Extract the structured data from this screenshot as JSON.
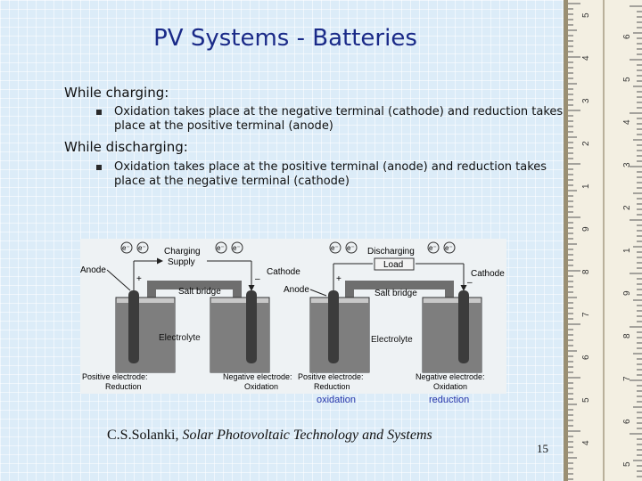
{
  "slide": {
    "title": "PV Systems - Batteries",
    "charging_heading": "While charging:",
    "charging_text": "Oxidation takes place at the negative terminal (cathode) and reduction takes place at the positive terminal (anode)",
    "discharging_heading": "While discharging:",
    "discharging_text": "Oxidation takes place at the positive terminal (anode) and reduction takes place at the negative terminal (cathode)",
    "credit_author": "C.S.Solanki, ",
    "credit_book": "Solar Photovoltaic Technology and Systems",
    "page_number": "15"
  },
  "figure": {
    "electron": "e⁻",
    "left": {
      "supply_line1": "Charging",
      "supply_line2": "Supply",
      "anode": "Anode",
      "cathode": "Cathode",
      "salt_bridge": "Salt bridge",
      "electrolyte": "Electrolyte",
      "pos_line1": "Positive electrode:",
      "pos_line2": "Reduction",
      "neg_line1": "Negative electrode:",
      "neg_line2": "Oxidation",
      "plus": "+",
      "minus": "–"
    },
    "right": {
      "discharging": "Discharging",
      "load": "Load",
      "anode": "Anode",
      "cathode": "Cathode",
      "salt_bridge": "Salt bridge",
      "electrolyte": "Electrolyte",
      "pos_line1": "Positive electrode:",
      "pos_line2": "Reduction",
      "neg_line1": "Negative electrode:",
      "neg_line2": "Oxidation",
      "plus": "+",
      "minus": "–"
    },
    "caption_oxidation": "oxidation",
    "caption_reduction": "reduction"
  },
  "ruler": {
    "numbers": [
      "5",
      "6",
      "4",
      "5",
      "3",
      "4",
      "2",
      "3",
      "1",
      "2",
      "9",
      "1",
      "8",
      "9",
      "7",
      "8",
      "6",
      "7",
      "5",
      "6",
      "4",
      "5"
    ]
  },
  "colors": {
    "title": "#1a2a88",
    "background": "#dcecf8",
    "caption": "#2233aa"
  }
}
